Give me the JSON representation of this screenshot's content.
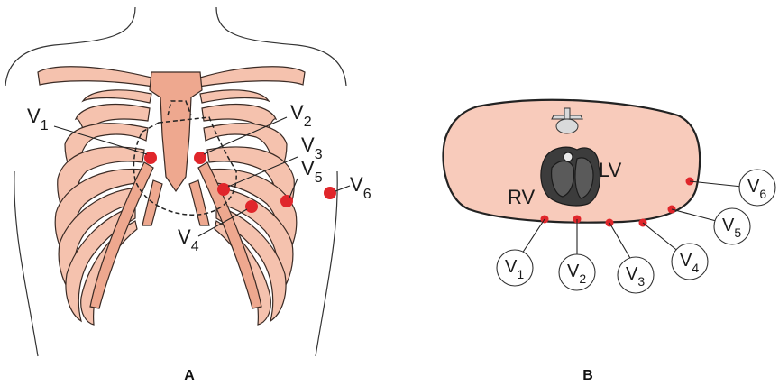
{
  "panels": {
    "a": {
      "label": "A",
      "leads": [
        {
          "name": "V",
          "sub": "1"
        },
        {
          "name": "V",
          "sub": "2"
        },
        {
          "name": "V",
          "sub": "3"
        },
        {
          "name": "V",
          "sub": "4"
        },
        {
          "name": "V",
          "sub": "5"
        },
        {
          "name": "V",
          "sub": "6"
        }
      ]
    },
    "b": {
      "label": "B",
      "chambers": {
        "right": "RV",
        "left": "LV"
      },
      "leads": [
        {
          "name": "V",
          "sub": "1"
        },
        {
          "name": "V",
          "sub": "2"
        },
        {
          "name": "V",
          "sub": "3"
        },
        {
          "name": "V",
          "sub": "4"
        },
        {
          "name": "V",
          "sub": "5"
        },
        {
          "name": "V",
          "sub": "6"
        }
      ]
    }
  },
  "colors": {
    "bone_fill": "#f5c2ae",
    "bone_stroke": "#3a2a24",
    "sternum": "#eea88f",
    "electrode": "#e0262b",
    "torso_section": "#f8cbbb",
    "heart": "#3c3c3c"
  }
}
